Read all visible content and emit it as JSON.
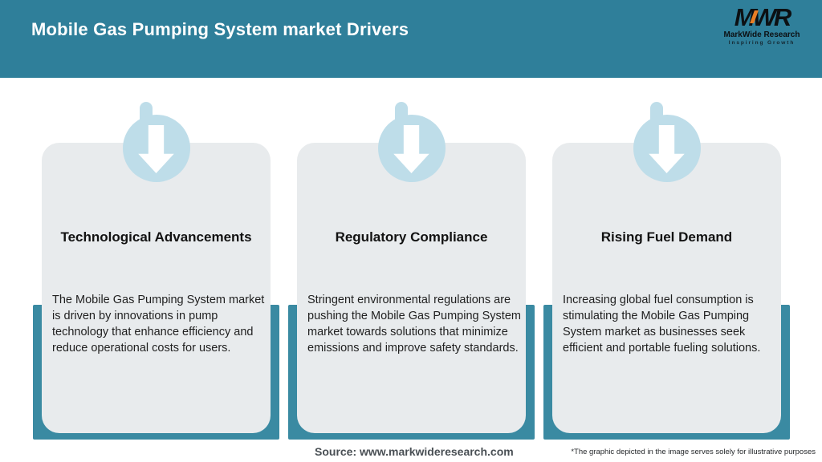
{
  "header": {
    "title": "Mobile Gas Pumping System market Drivers",
    "logo": {
      "monogram": "MWR",
      "name": "MarkWide Research",
      "tagline": "Inspiring Growth"
    }
  },
  "cards": [
    {
      "title": "Technological Advancements",
      "body": "The Mobile Gas Pumping System market is driven by innovations in pump technology that enhance efficiency and reduce operational costs for users."
    },
    {
      "title": "Regulatory Compliance",
      "body": "Stringent environmental regulations are pushing the Mobile Gas Pumping System market towards solutions that minimize emissions and improve safety standards."
    },
    {
      "title": "Rising Fuel Demand",
      "body": "Increasing global fuel consumption is stimulating the Mobile Gas Pumping System market as businesses seek efficient and portable fueling solutions."
    }
  ],
  "footer": {
    "source": "Source: www.markwideresearch.com",
    "disclaimer": "*The graphic depicted in the image serves solely for illustrative purposes"
  },
  "colors": {
    "header_teal": "#2f7f9a",
    "band_teal": "#3a8aa2",
    "card_gray": "#e8ebed",
    "circle_blue": "#bedde9",
    "accent_orange": "#e87e25",
    "title_text": "#ffffff"
  },
  "icons": [
    "down-arrow-icon"
  ]
}
